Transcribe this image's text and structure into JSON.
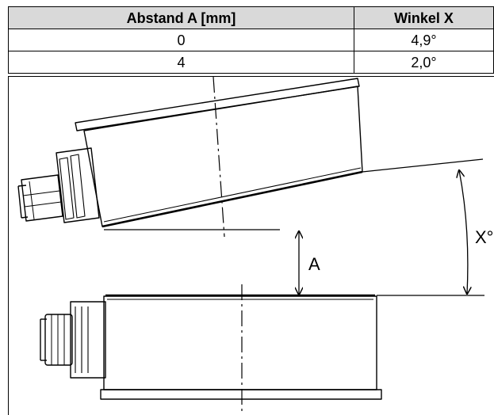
{
  "table": {
    "headers": [
      "Abstand A [mm]",
      "Winkel X"
    ],
    "rows": [
      [
        "0",
        "4,9°"
      ],
      [
        "4",
        "2,0°"
      ]
    ]
  },
  "drawing": {
    "label_a": "A",
    "label_x": "X°"
  }
}
